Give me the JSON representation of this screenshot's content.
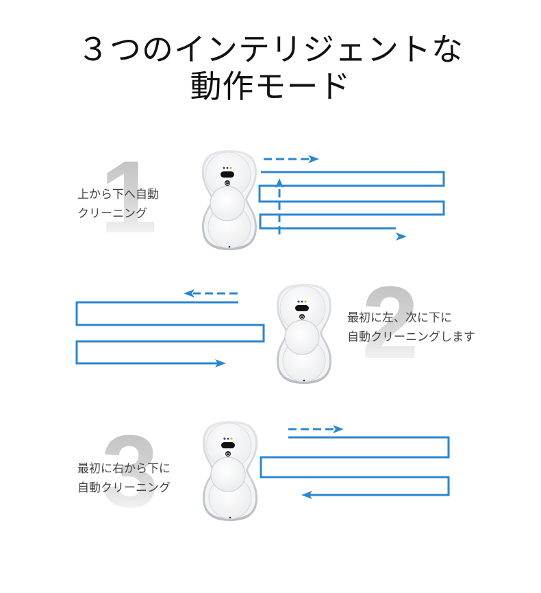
{
  "header": {
    "title_line1": "３つのインテリジェントな",
    "title_line2": "動作モード"
  },
  "colors": {
    "path_blue": "#2a86d0",
    "number_gray": "#c0c0c0",
    "robot_body": "#f4f4f6",
    "robot_rim": "#c9cbd0"
  },
  "modes": [
    {
      "number": "1",
      "caption_line1": "上から下へ自動",
      "caption_line2": "クリーニング",
      "icon": "window-cleaning-robot-icon",
      "path": "serpentine-right-then-down"
    },
    {
      "number": "2",
      "caption_line1": "最初に左、次に下に",
      "caption_line2": "自動クリーニングします",
      "icon": "window-cleaning-robot-icon",
      "path": "serpentine-left-then-down"
    },
    {
      "number": "3",
      "caption_line1": "最初に右から下に",
      "caption_line2": "自動クリーニング",
      "icon": "window-cleaning-robot-icon",
      "path": "serpentine-right-then-down"
    }
  ]
}
